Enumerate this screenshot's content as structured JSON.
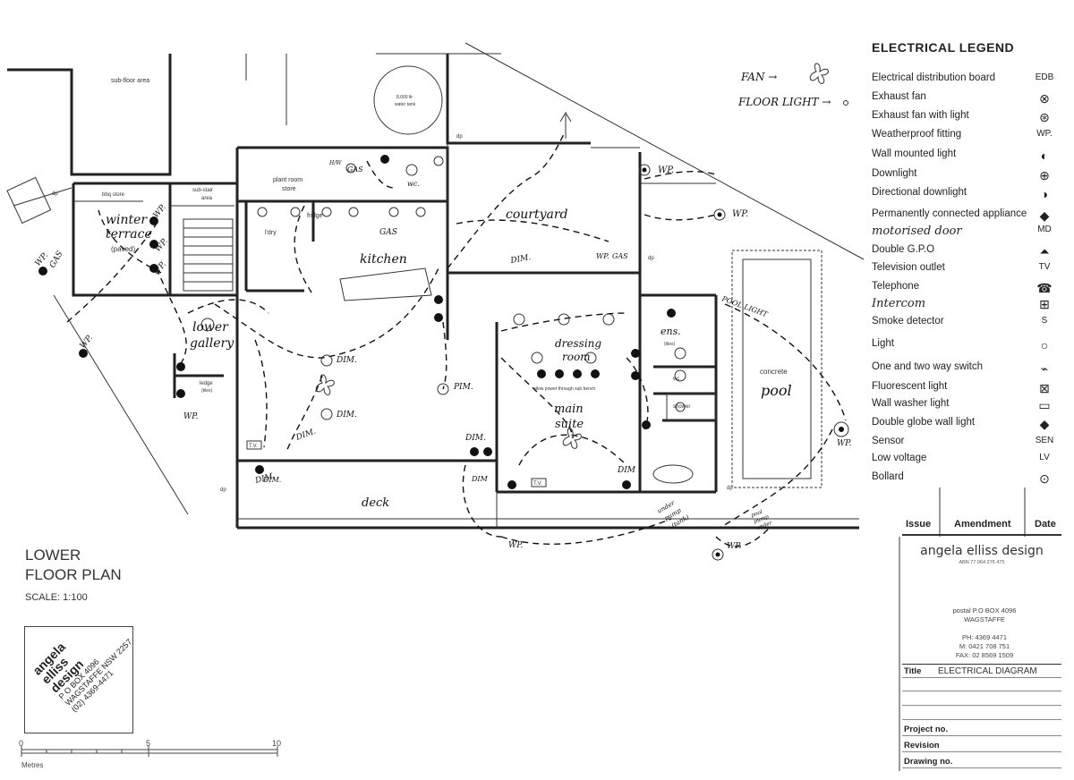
{
  "legend": {
    "title": "ELECTRICAL LEGEND",
    "items": [
      {
        "label": "Electrical distribution board",
        "symbol": "EDB",
        "icon": "distribution-board-icon"
      },
      {
        "label": "Exhaust fan",
        "symbol": "",
        "icon": "exhaust-fan-icon"
      },
      {
        "label": "Exhaust fan with light",
        "symbol": "",
        "icon": "exhaust-fan-light-icon"
      },
      {
        "label": "Weatherproof fitting",
        "symbol": "WP.",
        "icon": "weatherproof-icon"
      },
      {
        "label": "Wall mounted light",
        "symbol": "",
        "icon": "wall-light-icon"
      },
      {
        "label": "Downlight",
        "symbol": "",
        "icon": "downlight-icon"
      },
      {
        "label": "Directional downlight",
        "symbol": "",
        "icon": "directional-downlight-icon"
      },
      {
        "label": "Permanently connected appliance",
        "symbol": "",
        "icon": "appliance-icon"
      },
      {
        "label": "motorised door",
        "symbol": "MD",
        "icon": "motorised-door-icon",
        "handwritten": true
      },
      {
        "label": "Double G.P.O",
        "symbol": "",
        "icon": "double-gpo-icon"
      },
      {
        "label": "Television outlet",
        "symbol": "TV",
        "icon": "tv-outlet-icon"
      },
      {
        "label": "Telephone",
        "symbol": "",
        "icon": "telephone-icon"
      },
      {
        "label": "Intercom",
        "symbol": "",
        "icon": "intercom-icon",
        "handwritten": true
      },
      {
        "label": "Smoke detector",
        "symbol": "S",
        "icon": "smoke-detector-icon"
      },
      {
        "label": "Light",
        "symbol": "",
        "icon": "light-icon"
      },
      {
        "label": "One and two way switch",
        "symbol": "",
        "icon": "switch-icon"
      },
      {
        "label": "Fluorescent light",
        "symbol": "",
        "icon": "fluorescent-icon"
      },
      {
        "label": "Wall washer light",
        "symbol": "",
        "icon": "wall-washer-icon"
      },
      {
        "label": "Double globe wall light",
        "symbol": "",
        "icon": "double-globe-icon"
      },
      {
        "label": "Sensor",
        "symbol": "SEN",
        "icon": "sensor-icon"
      },
      {
        "label": "Low voltage",
        "symbol": "LV",
        "icon": "low-voltage-icon"
      },
      {
        "label": "Bollard",
        "symbol": "",
        "icon": "bollard-icon"
      }
    ]
  },
  "annotations": {
    "fan": "FAN →",
    "floor_light": "FLOOR LIGHT →"
  },
  "amendments": {
    "issue": "Issue",
    "amendment": "Amendment",
    "date": "Date"
  },
  "company": {
    "name": "angela elliss design",
    "abn": "ABN 77 064 276 475",
    "postal_line1": "postal P.O BOX 4096",
    "postal_line2": "WAGSTAFFE",
    "phone": "PH: 4369 4471",
    "mobile": "M: 0421 708 751",
    "fax": "FAX: 02 8569 1509"
  },
  "titleblock": {
    "title_key": "Title",
    "title_value": "ELECTRICAL DIAGRAM",
    "project_key": "Project no.",
    "revision_key": "Revision",
    "drawing_key": "Drawing no."
  },
  "plan": {
    "title_line1": "LOWER",
    "title_line2": "FLOOR PLAN",
    "scale": "SCALE: 1:100",
    "scale_ticks": [
      "0",
      "5",
      "10"
    ],
    "scale_unit": "Metres"
  },
  "stamp": {
    "line1": "angela",
    "line2": "elliss",
    "line3": "design",
    "line4": "P O BOX 4096",
    "line5": "WAGSTAFFE NSW 2257",
    "line6": "(02) 4369-4471"
  },
  "rooms": {
    "sub_floor": "sub-floor area",
    "water_tank_1": "8,000 ltr",
    "water_tank_2": "water tank",
    "plant_room": "plant room",
    "store": "store",
    "bbq_store": "bbq store",
    "sub_stair_1": "sub-stair",
    "sub_stair_2": "area",
    "winter_terrace": "winter",
    "terrace": "terrace",
    "paved": "(paved)",
    "kitchen": "kitchen",
    "courtyard": "courtyard",
    "lower_gallery_1": "lower",
    "lower_gallery_2": "gallery",
    "ledge": "ledge",
    "tiles": "(tiles)",
    "dressing_1": "dressing",
    "dressing_2": "room",
    "main_suite_1": "main",
    "main_suite_2": "suite",
    "ens": "ens.",
    "ens_tiles": "(tiles)",
    "wc": "wc.",
    "wc2": "wc.",
    "shower": "shower",
    "concrete": "concrete",
    "pool": "pool",
    "deck": "deck",
    "fridge": "fridge",
    "ldry": "l'dry",
    "hw": "H/W",
    "gas": "GAS",
    "gas2": "GAS",
    "gas3": "GAS",
    "gas4": "GAS",
    "pool_light": "POOL LIGHT",
    "under_pump_1": "under",
    "under_pump_2": "pump",
    "under_pump_3": "(tank)",
    "pool_pump_1": "pool",
    "pool_pump_2": "pump",
    "pool_pump_3": "under",
    "dim1": "DIM.",
    "dim2": "DIM.",
    "dim3": "DIM.",
    "dim4": "DIM.",
    "dim5": "DIM.",
    "dim6": "DIM",
    "dim7": "DIM.",
    "dim8": "DIM",
    "dim9": "DIM.",
    "pim": "PIM.",
    "wp1": "WP.",
    "wp2": "WP.",
    "wp3": "WP.",
    "wp4": "WP.",
    "wp5": "WP.",
    "wp6": "WP.",
    "wp7": "WP.",
    "wp8": "WP.",
    "wp9": "WP.",
    "wp10": "WP.",
    "wp11": "WP.",
    "wp12": "WP.",
    "dp1": "dp",
    "dp2": "dp",
    "dp3": "dp",
    "dp4": "dp",
    "dp5": "dp",
    "tv1": "T.V.",
    "tv2": "T.V.",
    "note": "allow power through sub bench"
  }
}
